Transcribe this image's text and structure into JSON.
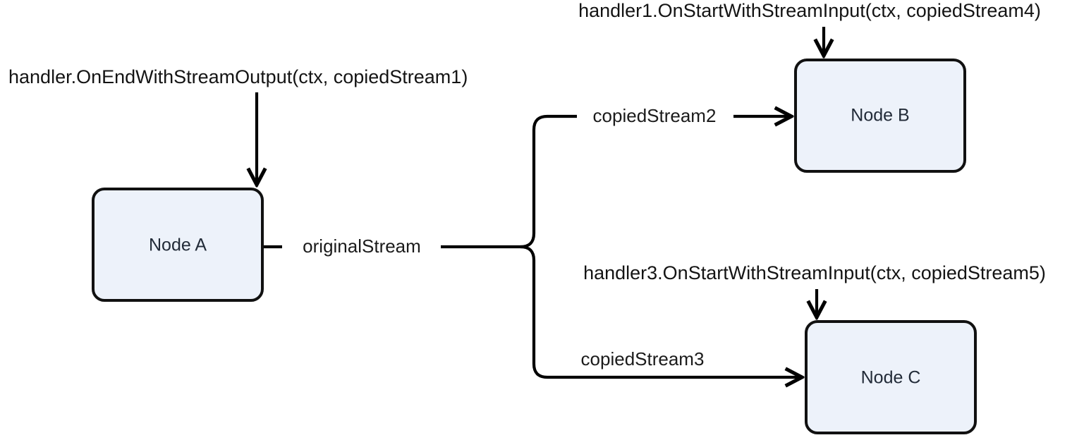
{
  "diagram": {
    "type": "flow-diagram",
    "background_color": "#ffffff",
    "node_fill_color": "#edf2fa",
    "node_border_color": "#111111",
    "edge_color": "#000000",
    "nodes": [
      {
        "id": "node-a",
        "label": "Node A"
      },
      {
        "id": "node-b",
        "label": "Node B"
      },
      {
        "id": "node-c",
        "label": "Node C"
      }
    ],
    "edge_labels": {
      "original_stream": "originalStream",
      "copied_stream_2": "copiedStream2",
      "copied_stream_3": "copiedStream3"
    },
    "handler_annotations": {
      "node_a_output": "handler.OnEndWithStreamOutput(ctx, copiedStream1)",
      "node_b_input": "handler1.OnStartWithStreamInput(ctx, copiedStream4)",
      "node_c_input": "handler3.OnStartWithStreamInput(ctx, copiedStream5)"
    }
  }
}
